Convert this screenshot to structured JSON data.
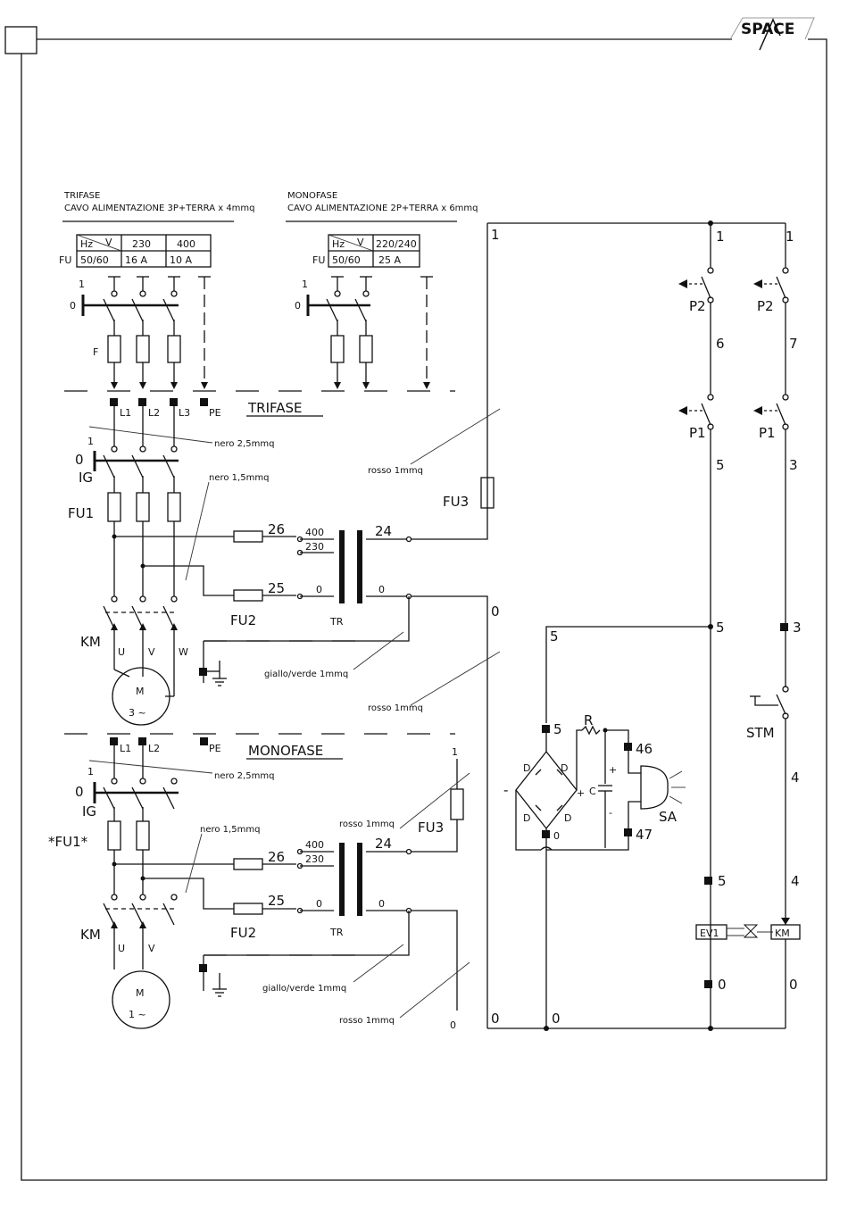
{
  "logo": "SPACE",
  "trifase": {
    "title": "TRIFASE",
    "cable": "CAVO ALIMENTAZIONE 3P+TERRA x 4mmq",
    "table": {
      "hz_label": "Hz",
      "v_label": "V",
      "fu_label": "FU",
      "hz_value": "50/60",
      "volts": [
        "230",
        "400"
      ],
      "fuses": [
        "16 A",
        "10 A"
      ]
    }
  },
  "monofase": {
    "title": "MONOFASE",
    "cable": "CAVO ALIMENTAZIONE 2P+TERRA x 6mmq",
    "table": {
      "hz_label": "Hz",
      "v_label": "V",
      "fu_label": "FU",
      "hz_value": "50/60",
      "volts": [
        "220/240"
      ],
      "fuses": [
        "25 A"
      ]
    }
  },
  "labels": {
    "one": "1",
    "zero": "0",
    "F": "F",
    "L1": "L1",
    "L2": "L2",
    "L3": "L3",
    "PE": "PE",
    "trifase_banner": "TRIFASE",
    "monofase_banner": "MONOFASE",
    "nero25": "nero 2,5mmq",
    "nero15": "nero 1,5mmq",
    "rosso1": "rosso 1mmq",
    "giallo": "giallo/verde 1mmq",
    "IG": "IG",
    "FU1": "FU1",
    "FU1_star": "*FU1*",
    "FU2": "FU2",
    "FU3": "FU3",
    "TR": "TR",
    "KM": "KM",
    "U": "U",
    "V": "V",
    "W": "W",
    "M": "M",
    "motor3": "3 ~",
    "motor1": "1 ~",
    "n26": "26",
    "n25": "25",
    "n400": "400",
    "n230": "230",
    "n24": "24",
    "n0": "0",
    "P1": "P1",
    "P2": "P2",
    "STM": "STM",
    "SA": "SA",
    "EV1": "EV1",
    "R": "R",
    "C": "C",
    "D": "D",
    "plus": "+",
    "minus": "-",
    "n1": "1",
    "n3": "3",
    "n4": "4",
    "n5": "5",
    "n6": "6",
    "n7": "7",
    "n46": "46",
    "n47": "47"
  }
}
